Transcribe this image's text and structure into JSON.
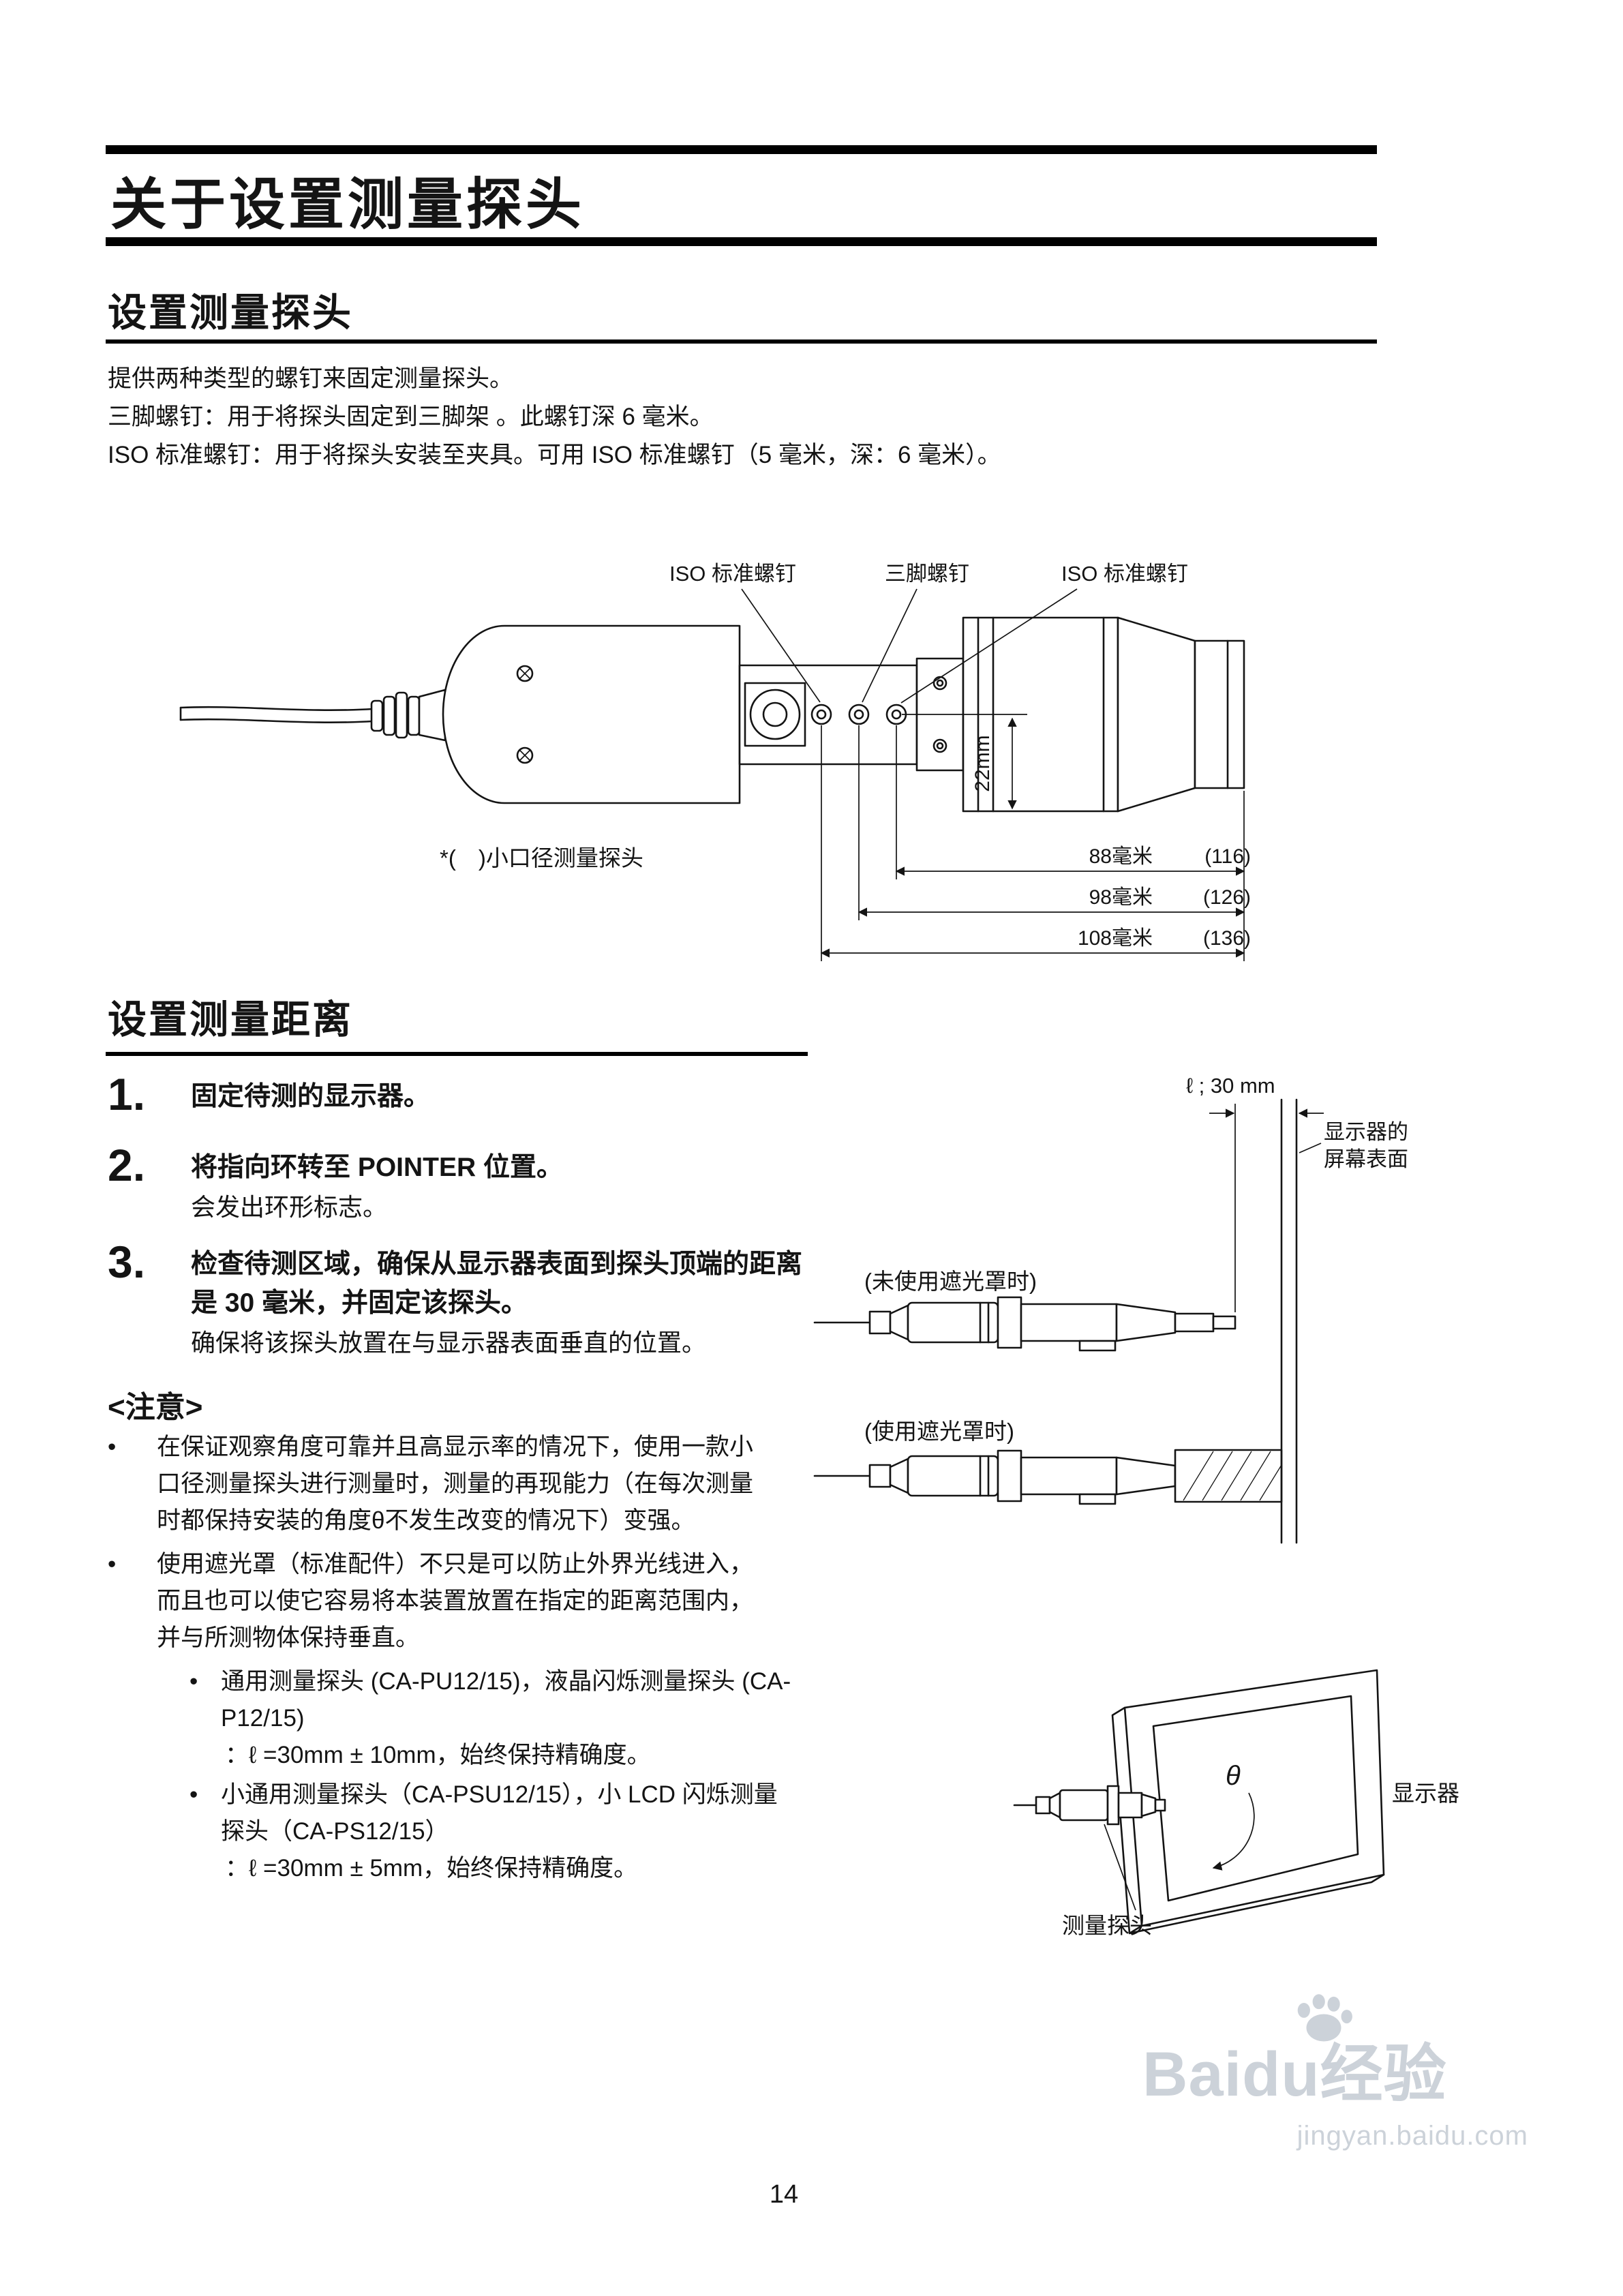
{
  "page": {
    "title": "关于设置测量探头",
    "number": "14"
  },
  "section_probe": {
    "heading": "设置测量探头",
    "intro": [
      "提供两种类型的螺钉来固定测量探头。",
      "三脚螺钉：用于将探头固定到三脚架 。此螺钉深 6 毫米。",
      "ISO 标准螺钉：用于将探头安装至夹具。可用 ISO 标准螺钉（5 毫米，深：6 毫米）。"
    ]
  },
  "probe_diagram": {
    "labels": {
      "iso_left": "ISO 标准螺钉",
      "tripod": "三脚螺钉",
      "iso_right": "ISO 标准螺钉"
    },
    "dim_height": "22mm",
    "caption": "*(　)小口径测量探头",
    "dims": [
      {
        "value": "88毫米",
        "alt": "(116)"
      },
      {
        "value": "98毫米",
        "alt": "(126)"
      },
      {
        "value": "108毫米",
        "alt": "(136)"
      }
    ]
  },
  "section_distance": {
    "heading": "设置测量距离",
    "marker": "•",
    "steps": [
      {
        "num": "1.",
        "main": "固定待测的显示器。"
      },
      {
        "num": "2.",
        "main": "将指向环转至 POINTER 位置。",
        "sub": "会发出环形标志。"
      },
      {
        "num": "3.",
        "main": "检查待测区域，确保从显示器表面到探头顶端的距离是 30 毫米，并固定该探头。",
        "sub": "确保将该探头放置在与显示器表面垂直的位置。"
      }
    ],
    "note_heading": "<注意>",
    "notes": [
      "在保证观察角度可靠并且高显示率的情况下，使用一款小口径测量探头进行测量时，测量的再现能力（在每次测量时都保持安装的角度θ不发生改变的情况下）变强。",
      "使用遮光罩（标准配件）不只是可以防止外界光线进入，而且也可以使它容易将本装置放置在指定的距离范围内，并与所测物体保持垂直。"
    ],
    "sub_notes": [
      {
        "head": "通用测量探头 (CA-PU12/15)，液晶闪烁测量探头 (CA-P12/15)",
        "spec": "：ℓ =30mm ± 10mm，始终保持精确度。"
      },
      {
        "head": "小通用测量探头（CA-PSU12/15），小 LCD 闪烁测量探头（CA-PS12/15）",
        "spec": "：ℓ =30mm ± 5mm，始终保持精确度。"
      }
    ]
  },
  "distance_diagram": {
    "dim_label": "ℓ ; 30 mm",
    "screen_label_line1": "显示器的",
    "screen_label_line2": "屏幕表面",
    "without_hood": "(未使用遮光罩时)",
    "with_hood": "(使用遮光罩时)"
  },
  "angle_diagram": {
    "theta": "θ",
    "display": "显示器",
    "probe": "测量探头"
  },
  "watermark": {
    "brand_latin": "Baidu",
    "brand_cjk": "经验",
    "url": "jingyan.baidu.com"
  }
}
